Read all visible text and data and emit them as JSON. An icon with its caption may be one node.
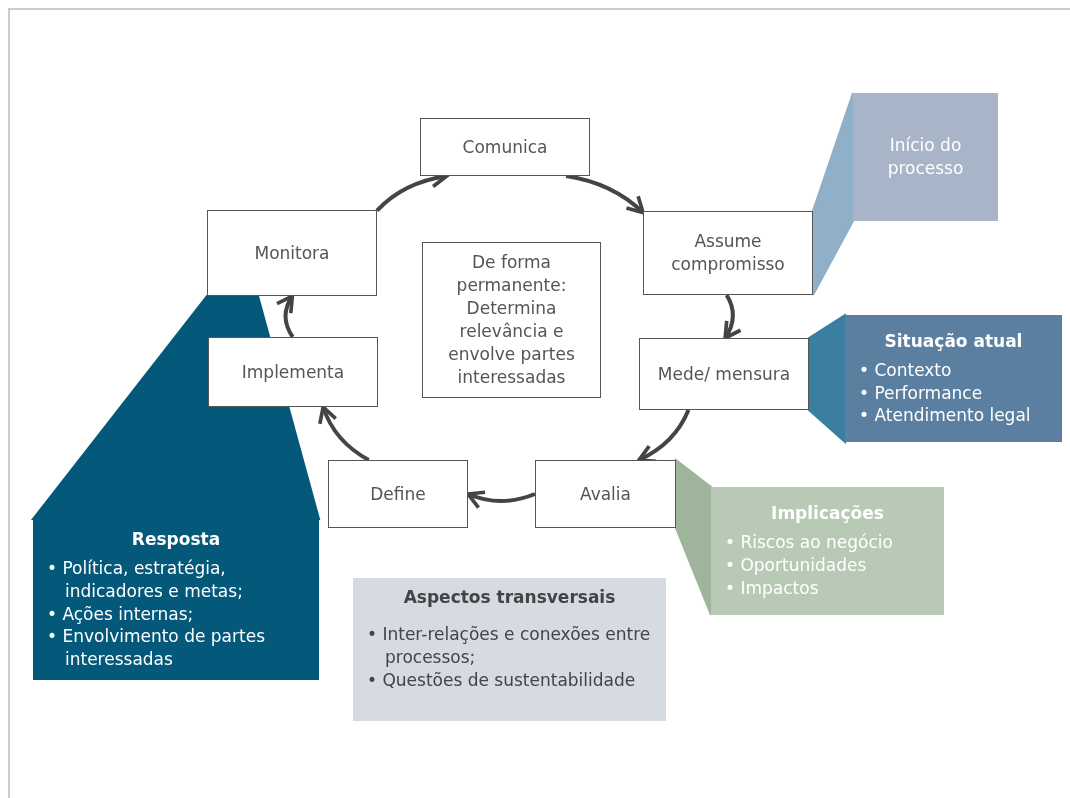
{
  "diagram": {
    "nodes": [
      {
        "text": [
          "Comunica"
        ]
      },
      {
        "text": [
          "Assume compromisso"
        ]
      },
      {
        "text": [
          "Mede/ mensura"
        ]
      },
      {
        "text": [
          "Avalia"
        ]
      },
      {
        "text": [
          "Define"
        ]
      },
      {
        "text": [
          "Implementa"
        ]
      },
      {
        "text": [
          "Monitora"
        ]
      },
      {
        "text": [
          "De forma permanente: Determina relevância e envolve partes interessadas"
        ]
      },
      {
        "text": [
          "Início do processo"
        ]
      },
      {
        "text": [
          "Situação atual",
          "• Contexto",
          "• Performance",
          "• Atendimento legal"
        ]
      },
      {
        "text": [
          "Implicações",
          "• Riscos ao negócio",
          "• Oportunidades",
          "• Impactos"
        ]
      },
      {
        "text": [
          "Resposta",
          "• Política, estratégia, indicadores e metas;",
          "• Ações internas;",
          "• Envolvimento de partes interessadas"
        ]
      },
      {
        "text": [
          "Aspectos transversais",
          "• Inter-relações e conexões entre processos;",
          "• Questões de sustentabilidade"
        ]
      }
    ],
    "edges": [
      {
        "from": 0,
        "to": 1,
        "arrow": "to"
      },
      {
        "from": 1,
        "to": 2,
        "arrow": "to"
      },
      {
        "from": 2,
        "to": 3,
        "arrow": "to"
      },
      {
        "from": 3,
        "to": 4,
        "arrow": "to"
      },
      {
        "from": 4,
        "to": 5,
        "arrow": "to"
      },
      {
        "from": 5,
        "to": 6,
        "arrow": "to"
      },
      {
        "from": 6,
        "to": 0,
        "arrow": "to"
      },
      {
        "from": 8,
        "to": 1,
        "arrow": "none",
        "style": "thick",
        "color": "#8fb0c8"
      },
      {
        "from": 9,
        "to": 2,
        "arrow": "none",
        "style": "thick",
        "color": "#3a7fa0"
      },
      {
        "from": 10,
        "to": 3,
        "arrow": "none",
        "style": "thick",
        "color": "#9fb59b"
      },
      {
        "from": 11,
        "to": 6,
        "arrow": "none",
        "style": "thick",
        "color": "#04587a"
      }
    ]
  }
}
